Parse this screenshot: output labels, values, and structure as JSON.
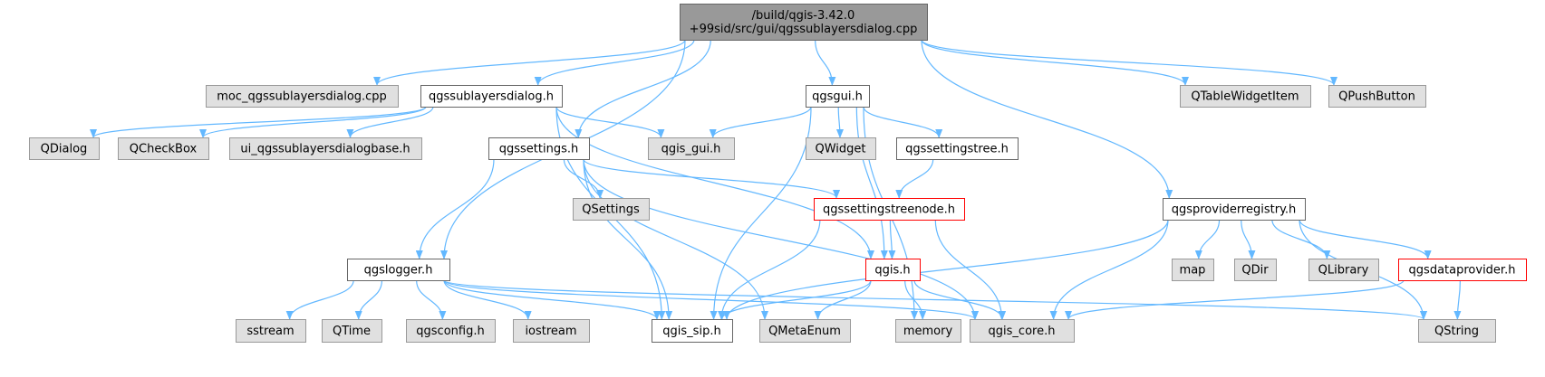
{
  "colors": {
    "edge": "#63b8ff",
    "root_fill": "#999999",
    "root_stroke": "#666666",
    "external_fill": "#e0e0e0",
    "external_stroke": "#999999",
    "file_fill": "#ffffff",
    "file_stroke": "#666666",
    "truncated_stroke": "#ff0000",
    "text": "#000000"
  },
  "nodes": [
    {
      "id": "root",
      "kind": "root",
      "lines": [
        "/build/qgis-3.42.0",
        "+99sid/src/gui/qgssublayersdialog.cpp"
      ]
    },
    {
      "id": "moc",
      "kind": "external",
      "lines": [
        "moc_qgssublayersdialog.cpp"
      ]
    },
    {
      "id": "qgssublayersdialog_h",
      "kind": "file",
      "lines": [
        "qgssublayersdialog.h"
      ]
    },
    {
      "id": "qgsgui_h",
      "kind": "file",
      "lines": [
        "qgsgui.h"
      ]
    },
    {
      "id": "qtablewidgetitem",
      "kind": "external",
      "lines": [
        "QTableWidgetItem"
      ]
    },
    {
      "id": "qpushbutton",
      "kind": "external",
      "lines": [
        "QPushButton"
      ]
    },
    {
      "id": "qdialog",
      "kind": "external",
      "lines": [
        "QDialog"
      ]
    },
    {
      "id": "qcheckbox",
      "kind": "external",
      "lines": [
        "QCheckBox"
      ]
    },
    {
      "id": "ui_base",
      "kind": "external",
      "lines": [
        "ui_qgssublayersdialogbase.h"
      ]
    },
    {
      "id": "qgssettings_h",
      "kind": "file",
      "lines": [
        "qgssettings.h"
      ]
    },
    {
      "id": "qgis_gui_h",
      "kind": "external",
      "lines": [
        "qgis_gui.h"
      ]
    },
    {
      "id": "qwidget",
      "kind": "external",
      "lines": [
        "QWidget"
      ]
    },
    {
      "id": "qgssettingstree_h",
      "kind": "file",
      "lines": [
        "qgssettingstree.h"
      ]
    },
    {
      "id": "qsettings",
      "kind": "external",
      "lines": [
        "QSettings"
      ]
    },
    {
      "id": "qgssettingstreenode_h",
      "kind": "truncated",
      "lines": [
        "qgssettingstreenode.h"
      ]
    },
    {
      "id": "qgsproviderregistry_h",
      "kind": "file",
      "lines": [
        "qgsproviderregistry.h"
      ]
    },
    {
      "id": "qgslogger_h",
      "kind": "file",
      "lines": [
        "qgslogger.h"
      ]
    },
    {
      "id": "qgis_h",
      "kind": "truncated",
      "lines": [
        "qgis.h"
      ]
    },
    {
      "id": "map",
      "kind": "external",
      "lines": [
        "map"
      ]
    },
    {
      "id": "qdir",
      "kind": "external",
      "lines": [
        "QDir"
      ]
    },
    {
      "id": "qlibrary",
      "kind": "external",
      "lines": [
        "QLibrary"
      ]
    },
    {
      "id": "qgsdataprovider_h",
      "kind": "truncated",
      "lines": [
        "qgsdataprovider.h"
      ]
    },
    {
      "id": "sstream",
      "kind": "external",
      "lines": [
        "sstream"
      ]
    },
    {
      "id": "qtime",
      "kind": "external",
      "lines": [
        "QTime"
      ]
    },
    {
      "id": "qgsconfig_h",
      "kind": "external",
      "lines": [
        "qgsconfig.h"
      ]
    },
    {
      "id": "iostream",
      "kind": "external",
      "lines": [
        "iostream"
      ]
    },
    {
      "id": "qgis_sip_h",
      "kind": "file",
      "lines": [
        "qgis_sip.h"
      ]
    },
    {
      "id": "qmetaenum",
      "kind": "external",
      "lines": [
        "QMetaEnum"
      ]
    },
    {
      "id": "memory",
      "kind": "external",
      "lines": [
        "memory"
      ]
    },
    {
      "id": "qgis_core_h",
      "kind": "external",
      "lines": [
        "qgis_core.h"
      ]
    },
    {
      "id": "qstring",
      "kind": "external",
      "lines": [
        "QString"
      ]
    }
  ],
  "edges": [
    [
      "root",
      "qgslogger_h"
    ],
    [
      "root",
      "moc"
    ],
    [
      "root",
      "qgssublayersdialog_h"
    ],
    [
      "root",
      "qgssettings_h"
    ],
    [
      "root",
      "qgsgui_h"
    ],
    [
      "root",
      "qgsproviderregistry_h"
    ],
    [
      "root",
      "qtablewidgetitem"
    ],
    [
      "root",
      "qpushbutton"
    ],
    [
      "qgssublayersdialog_h",
      "qdialog"
    ],
    [
      "qgssublayersdialog_h",
      "qcheckbox"
    ],
    [
      "qgssublayersdialog_h",
      "ui_base"
    ],
    [
      "qgssublayersdialog_h",
      "qgis_gui_h"
    ],
    [
      "qgssublayersdialog_h",
      "qgis_h"
    ],
    [
      "qgssublayersdialog_h",
      "qgis_sip_h"
    ],
    [
      "qgsgui_h",
      "qgis_gui_h"
    ],
    [
      "qgsgui_h",
      "qwidget"
    ],
    [
      "qgsgui_h",
      "qgssettingstree_h"
    ],
    [
      "qgsgui_h",
      "qgis_h"
    ],
    [
      "qgsgui_h",
      "qgis_sip_h"
    ],
    [
      "qgsgui_h",
      "memory"
    ],
    [
      "qgssettings_h",
      "qsettings"
    ],
    [
      "qgssettings_h",
      "qgssettingstreenode_h"
    ],
    [
      "qgssettings_h",
      "qgslogger_h"
    ],
    [
      "qgssettings_h",
      "qgis_sip_h"
    ],
    [
      "qgssettings_h",
      "qmetaenum"
    ],
    [
      "qgssettings_h",
      "qgis_core_h"
    ],
    [
      "qgssettingstree_h",
      "qgssettingstreenode_h"
    ],
    [
      "qgssettingstreenode_h",
      "qgis_h"
    ],
    [
      "qgssettingstreenode_h",
      "qgis_sip_h"
    ],
    [
      "qgssettingstreenode_h",
      "qgis_core_h"
    ],
    [
      "qgsproviderregistry_h",
      "map"
    ],
    [
      "qgsproviderregistry_h",
      "qdir"
    ],
    [
      "qgsproviderregistry_h",
      "qlibrary"
    ],
    [
      "qgsproviderregistry_h",
      "qgsdataprovider_h"
    ],
    [
      "qgsproviderregistry_h",
      "qgis_core_h"
    ],
    [
      "qgsproviderregistry_h",
      "qstring"
    ],
    [
      "qgsproviderregistry_h",
      "qgis_sip_h"
    ],
    [
      "qgsdataprovider_h",
      "qstring"
    ],
    [
      "qgsdataprovider_h",
      "qgis_core_h"
    ],
    [
      "qgslogger_h",
      "sstream"
    ],
    [
      "qgslogger_h",
      "qtime"
    ],
    [
      "qgslogger_h",
      "qgsconfig_h"
    ],
    [
      "qgslogger_h",
      "iostream"
    ],
    [
      "qgslogger_h",
      "qgis_sip_h"
    ],
    [
      "qgslogger_h",
      "qgis_core_h"
    ],
    [
      "qgslogger_h",
      "qstring"
    ],
    [
      "qgis_h",
      "qmetaenum"
    ],
    [
      "qgis_h",
      "memory"
    ],
    [
      "qgis_h",
      "qgis_core_h"
    ],
    [
      "qgis_h",
      "qgis_sip_h"
    ]
  ]
}
